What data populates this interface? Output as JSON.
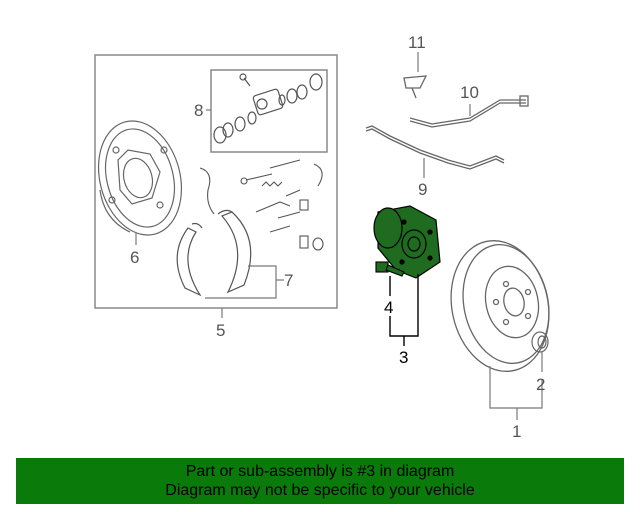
{
  "callouts": {
    "c1": "1",
    "c2": "2",
    "c3": "3",
    "c4": "4",
    "c5": "5",
    "c6": "6",
    "c7": "7",
    "c8": "8",
    "c9": "9",
    "c10": "10",
    "c11": "11"
  },
  "banner": {
    "line1": "Part or sub-assembly is #3 in diagram",
    "line2": "Diagram may not be specific to your vehicle"
  },
  "colors": {
    "banner_bg": "#0a7a0a",
    "highlight_part": "#1f6b1f",
    "line_art": "#777777"
  }
}
